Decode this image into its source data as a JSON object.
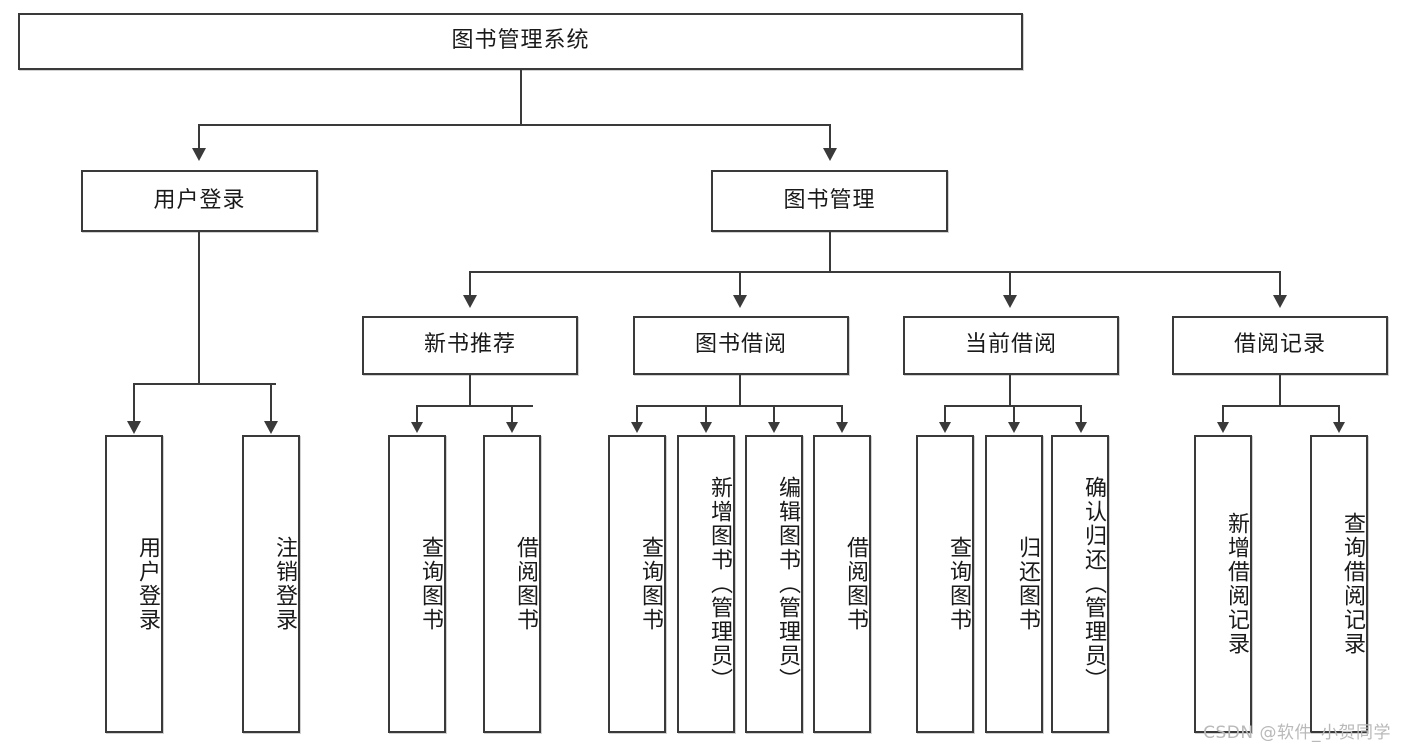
{
  "diagram": {
    "type": "tree-hierarchy-chart",
    "title": "图书管理系统",
    "root": {
      "label": "图书管理系统"
    },
    "level2": [
      {
        "id": "user-login",
        "label": "用户登录"
      },
      {
        "id": "book-manage",
        "label": "图书管理"
      }
    ],
    "level3": [
      {
        "id": "new-book-recommend",
        "label": "新书推荐",
        "parent": "book-manage"
      },
      {
        "id": "book-borrow",
        "label": "图书借阅",
        "parent": "book-manage"
      },
      {
        "id": "current-borrow",
        "label": "当前借阅",
        "parent": "book-manage"
      },
      {
        "id": "borrow-record",
        "label": "借阅记录",
        "parent": "book-manage"
      }
    ],
    "leaves": [
      {
        "id": "leaf-user-login",
        "label": "用户登录",
        "parent": "user-login"
      },
      {
        "id": "leaf-logout-login",
        "label": "注销登录",
        "parent": "user-login"
      },
      {
        "id": "leaf-query-book-1",
        "label": "查询图书",
        "parent": "new-book-recommend"
      },
      {
        "id": "leaf-borrow-book-1",
        "label": "借阅图书",
        "parent": "new-book-recommend"
      },
      {
        "id": "leaf-query-book-2",
        "label": "查询图书",
        "parent": "book-borrow"
      },
      {
        "id": "leaf-add-book",
        "label": "新增图书（管理员）",
        "parent": "book-borrow"
      },
      {
        "id": "leaf-edit-book",
        "label": "编辑图书（管理员）",
        "parent": "book-borrow"
      },
      {
        "id": "leaf-borrow-book-2",
        "label": "借阅图书",
        "parent": "book-borrow"
      },
      {
        "id": "leaf-query-book-3",
        "label": "查询图书",
        "parent": "current-borrow"
      },
      {
        "id": "leaf-return-book",
        "label": "归还图书",
        "parent": "current-borrow"
      },
      {
        "id": "leaf-confirm-return",
        "label": "确认归还（管理员）",
        "parent": "current-borrow"
      },
      {
        "id": "leaf-add-record",
        "label": "新增借阅记录",
        "parent": "borrow-record"
      },
      {
        "id": "leaf-query-record",
        "label": "查询借阅记录",
        "parent": "borrow-record"
      }
    ]
  },
  "watermark": {
    "text": "CSDN @软件_小贺同学"
  },
  "colors": {
    "stroke": "#3a3a3a",
    "fill": "#ffffff",
    "text": "#1a1a1a",
    "watermark": "#b9b9b9"
  }
}
